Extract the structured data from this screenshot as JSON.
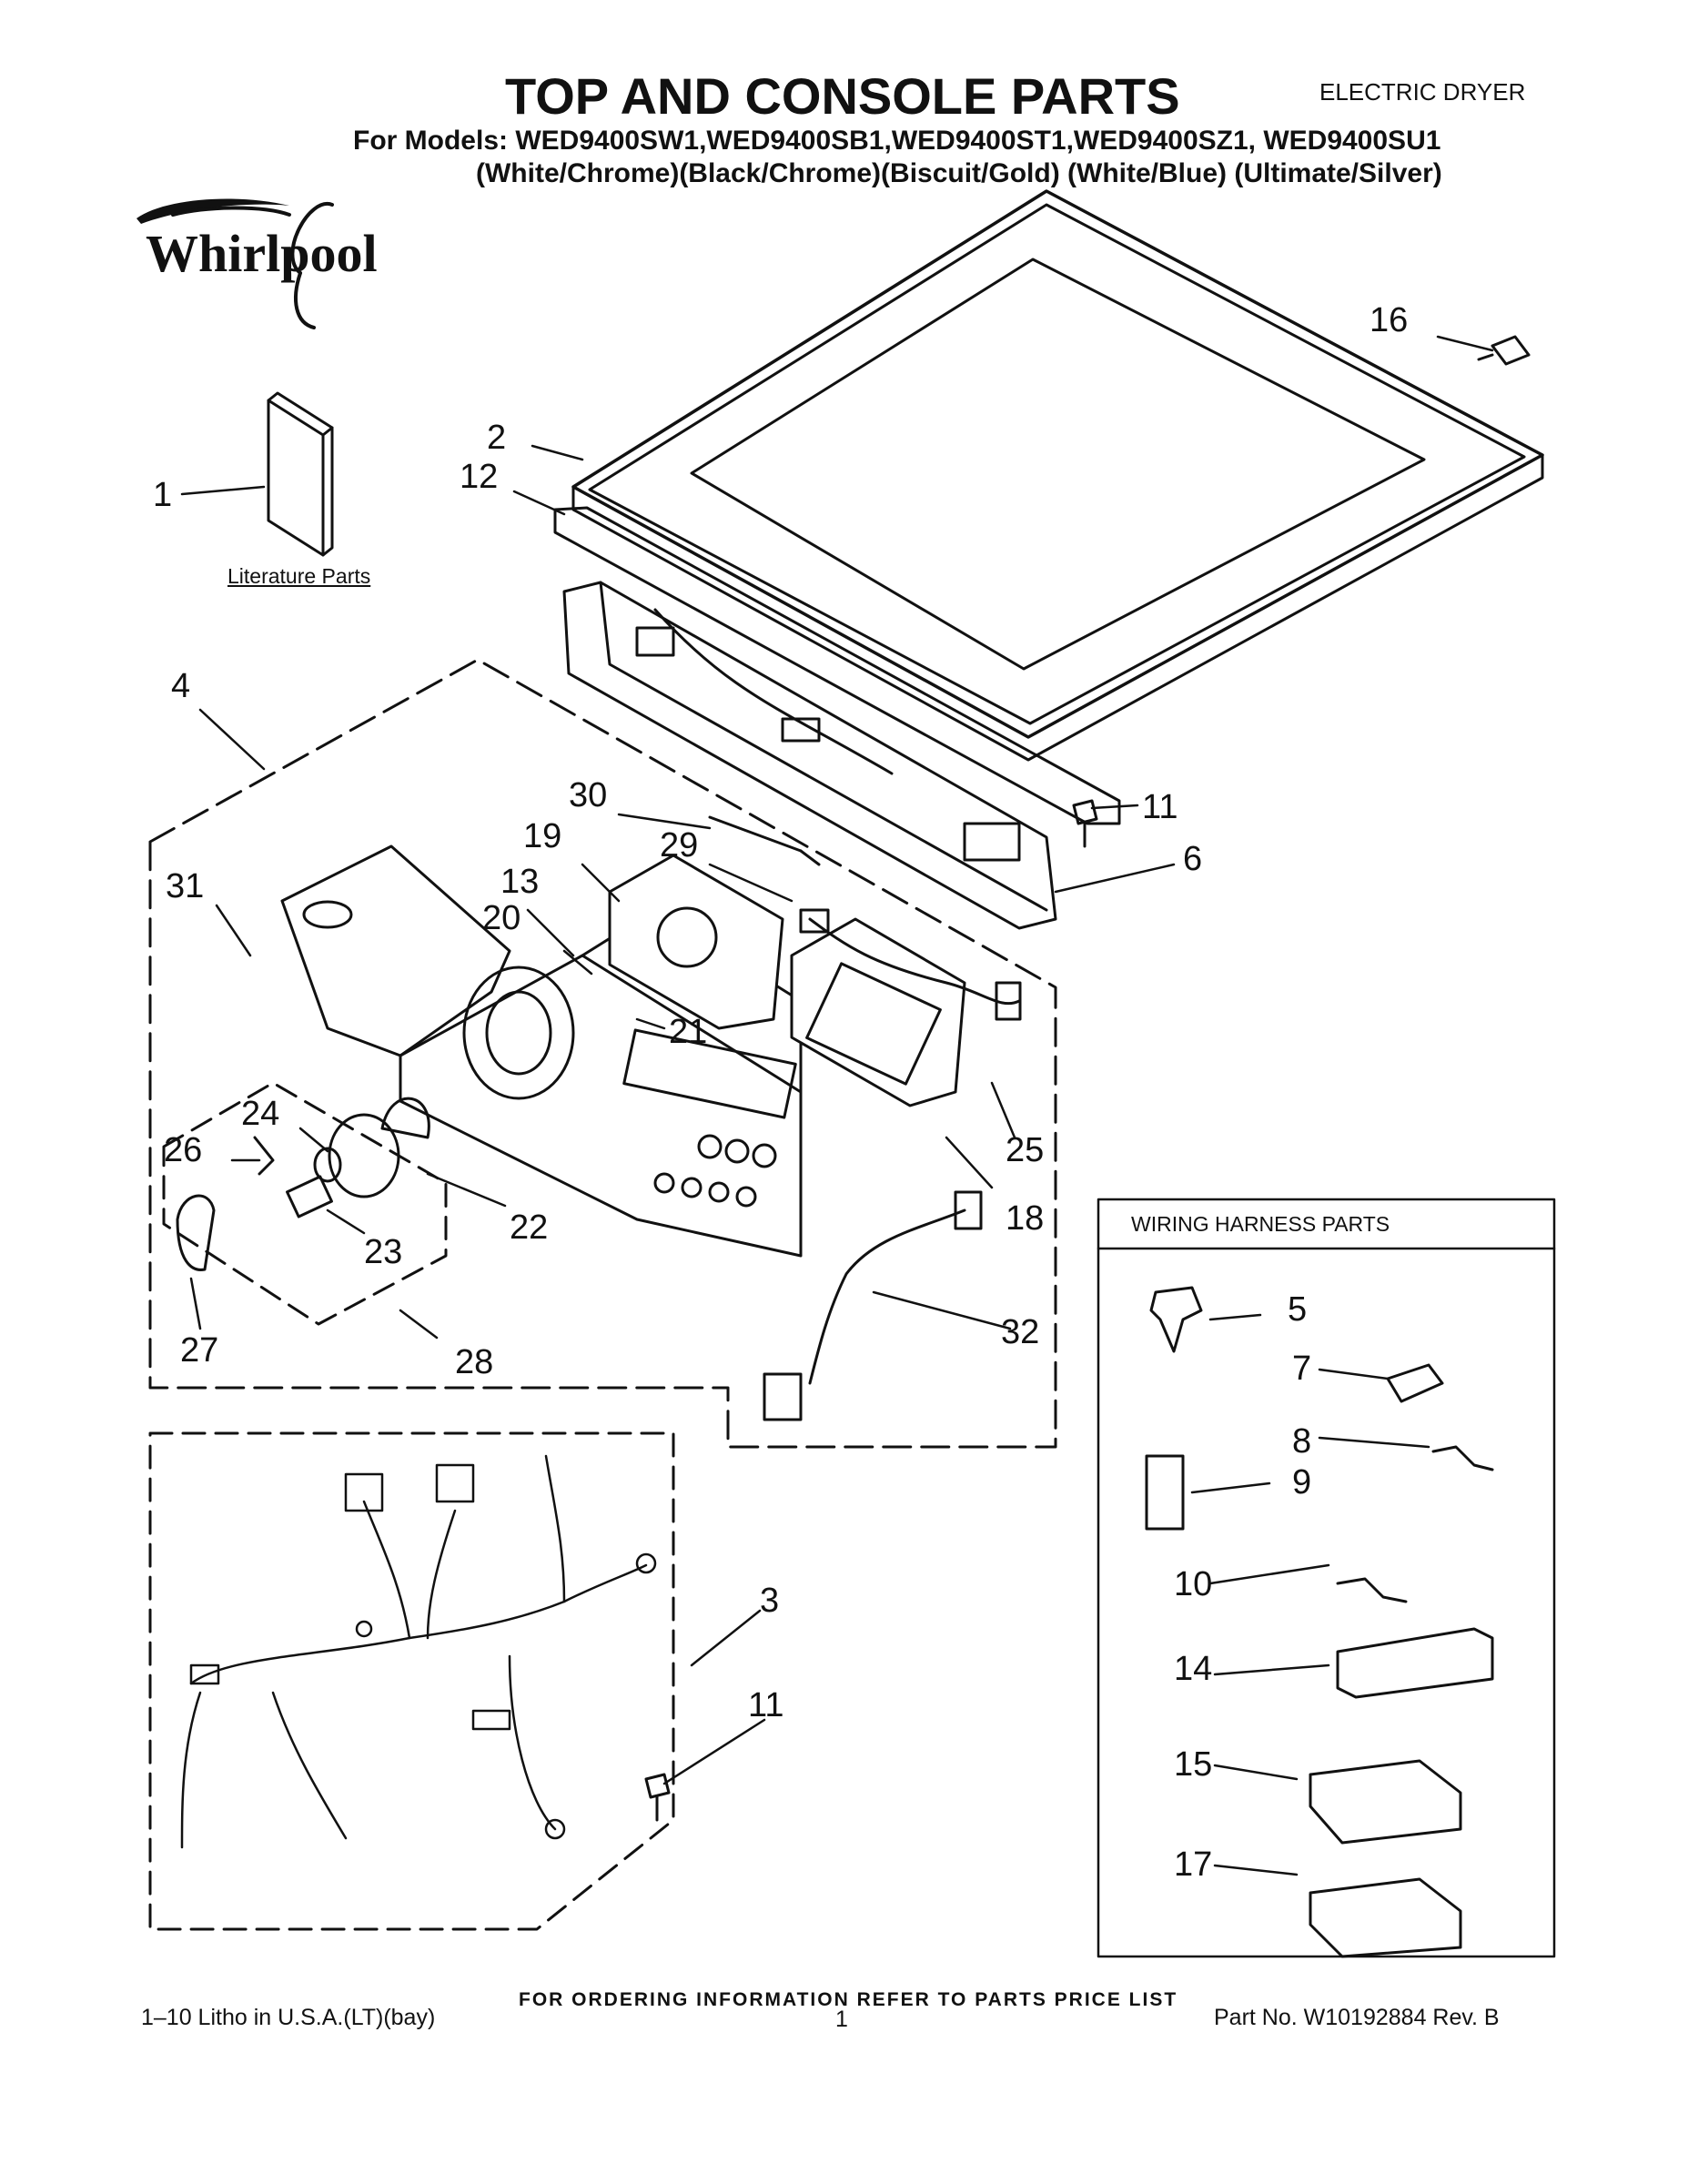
{
  "header": {
    "title": "TOP AND CONSOLE PARTS",
    "product_type": "ELECTRIC DRYER",
    "models_line": "For Models: WED9400SW1,WED9400SB1,WED9400ST1,WED9400SZ1, WED9400SU1",
    "colors_line": "(White/Chrome)(Black/Chrome)(Biscuit/Gold) (White/Blue)  (Ultimate/Silver)"
  },
  "brand": {
    "logo_text": "Whirlpool"
  },
  "diagram": {
    "literature_label": "Literature Parts",
    "wiring_box_title": "WIRING HARNESS PARTS",
    "callouts": [
      {
        "id": "c1",
        "text": "1"
      },
      {
        "id": "c2",
        "text": "2"
      },
      {
        "id": "c3",
        "text": "3"
      },
      {
        "id": "c4",
        "text": "4"
      },
      {
        "id": "c5",
        "text": "5"
      },
      {
        "id": "c6",
        "text": "6"
      },
      {
        "id": "c7",
        "text": "7"
      },
      {
        "id": "c8",
        "text": "8"
      },
      {
        "id": "c9",
        "text": "9"
      },
      {
        "id": "c10",
        "text": "10"
      },
      {
        "id": "c11a",
        "text": "11"
      },
      {
        "id": "c11b",
        "text": "11"
      },
      {
        "id": "c12",
        "text": "12"
      },
      {
        "id": "c13",
        "text": "13"
      },
      {
        "id": "c14",
        "text": "14"
      },
      {
        "id": "c15",
        "text": "15"
      },
      {
        "id": "c16",
        "text": "16"
      },
      {
        "id": "c17",
        "text": "17"
      },
      {
        "id": "c18",
        "text": "18"
      },
      {
        "id": "c19",
        "text": "19"
      },
      {
        "id": "c20",
        "text": "20"
      },
      {
        "id": "c21",
        "text": "21"
      },
      {
        "id": "c22",
        "text": "22"
      },
      {
        "id": "c23",
        "text": "23"
      },
      {
        "id": "c24",
        "text": "24"
      },
      {
        "id": "c25",
        "text": "25"
      },
      {
        "id": "c26",
        "text": "26"
      },
      {
        "id": "c27",
        "text": "27"
      },
      {
        "id": "c28",
        "text": "28"
      },
      {
        "id": "c29",
        "text": "29"
      },
      {
        "id": "c30",
        "text": "30"
      },
      {
        "id": "c31",
        "text": "31"
      },
      {
        "id": "c32",
        "text": "32"
      }
    ]
  },
  "footer": {
    "ordering_note": "FOR ORDERING INFORMATION REFER TO PARTS PRICE LIST",
    "litho": "1–10 Litho in U.S.A.(LT)(bay)",
    "page_number": "1",
    "part_number": "Part No. W10192884 Rev. B"
  }
}
